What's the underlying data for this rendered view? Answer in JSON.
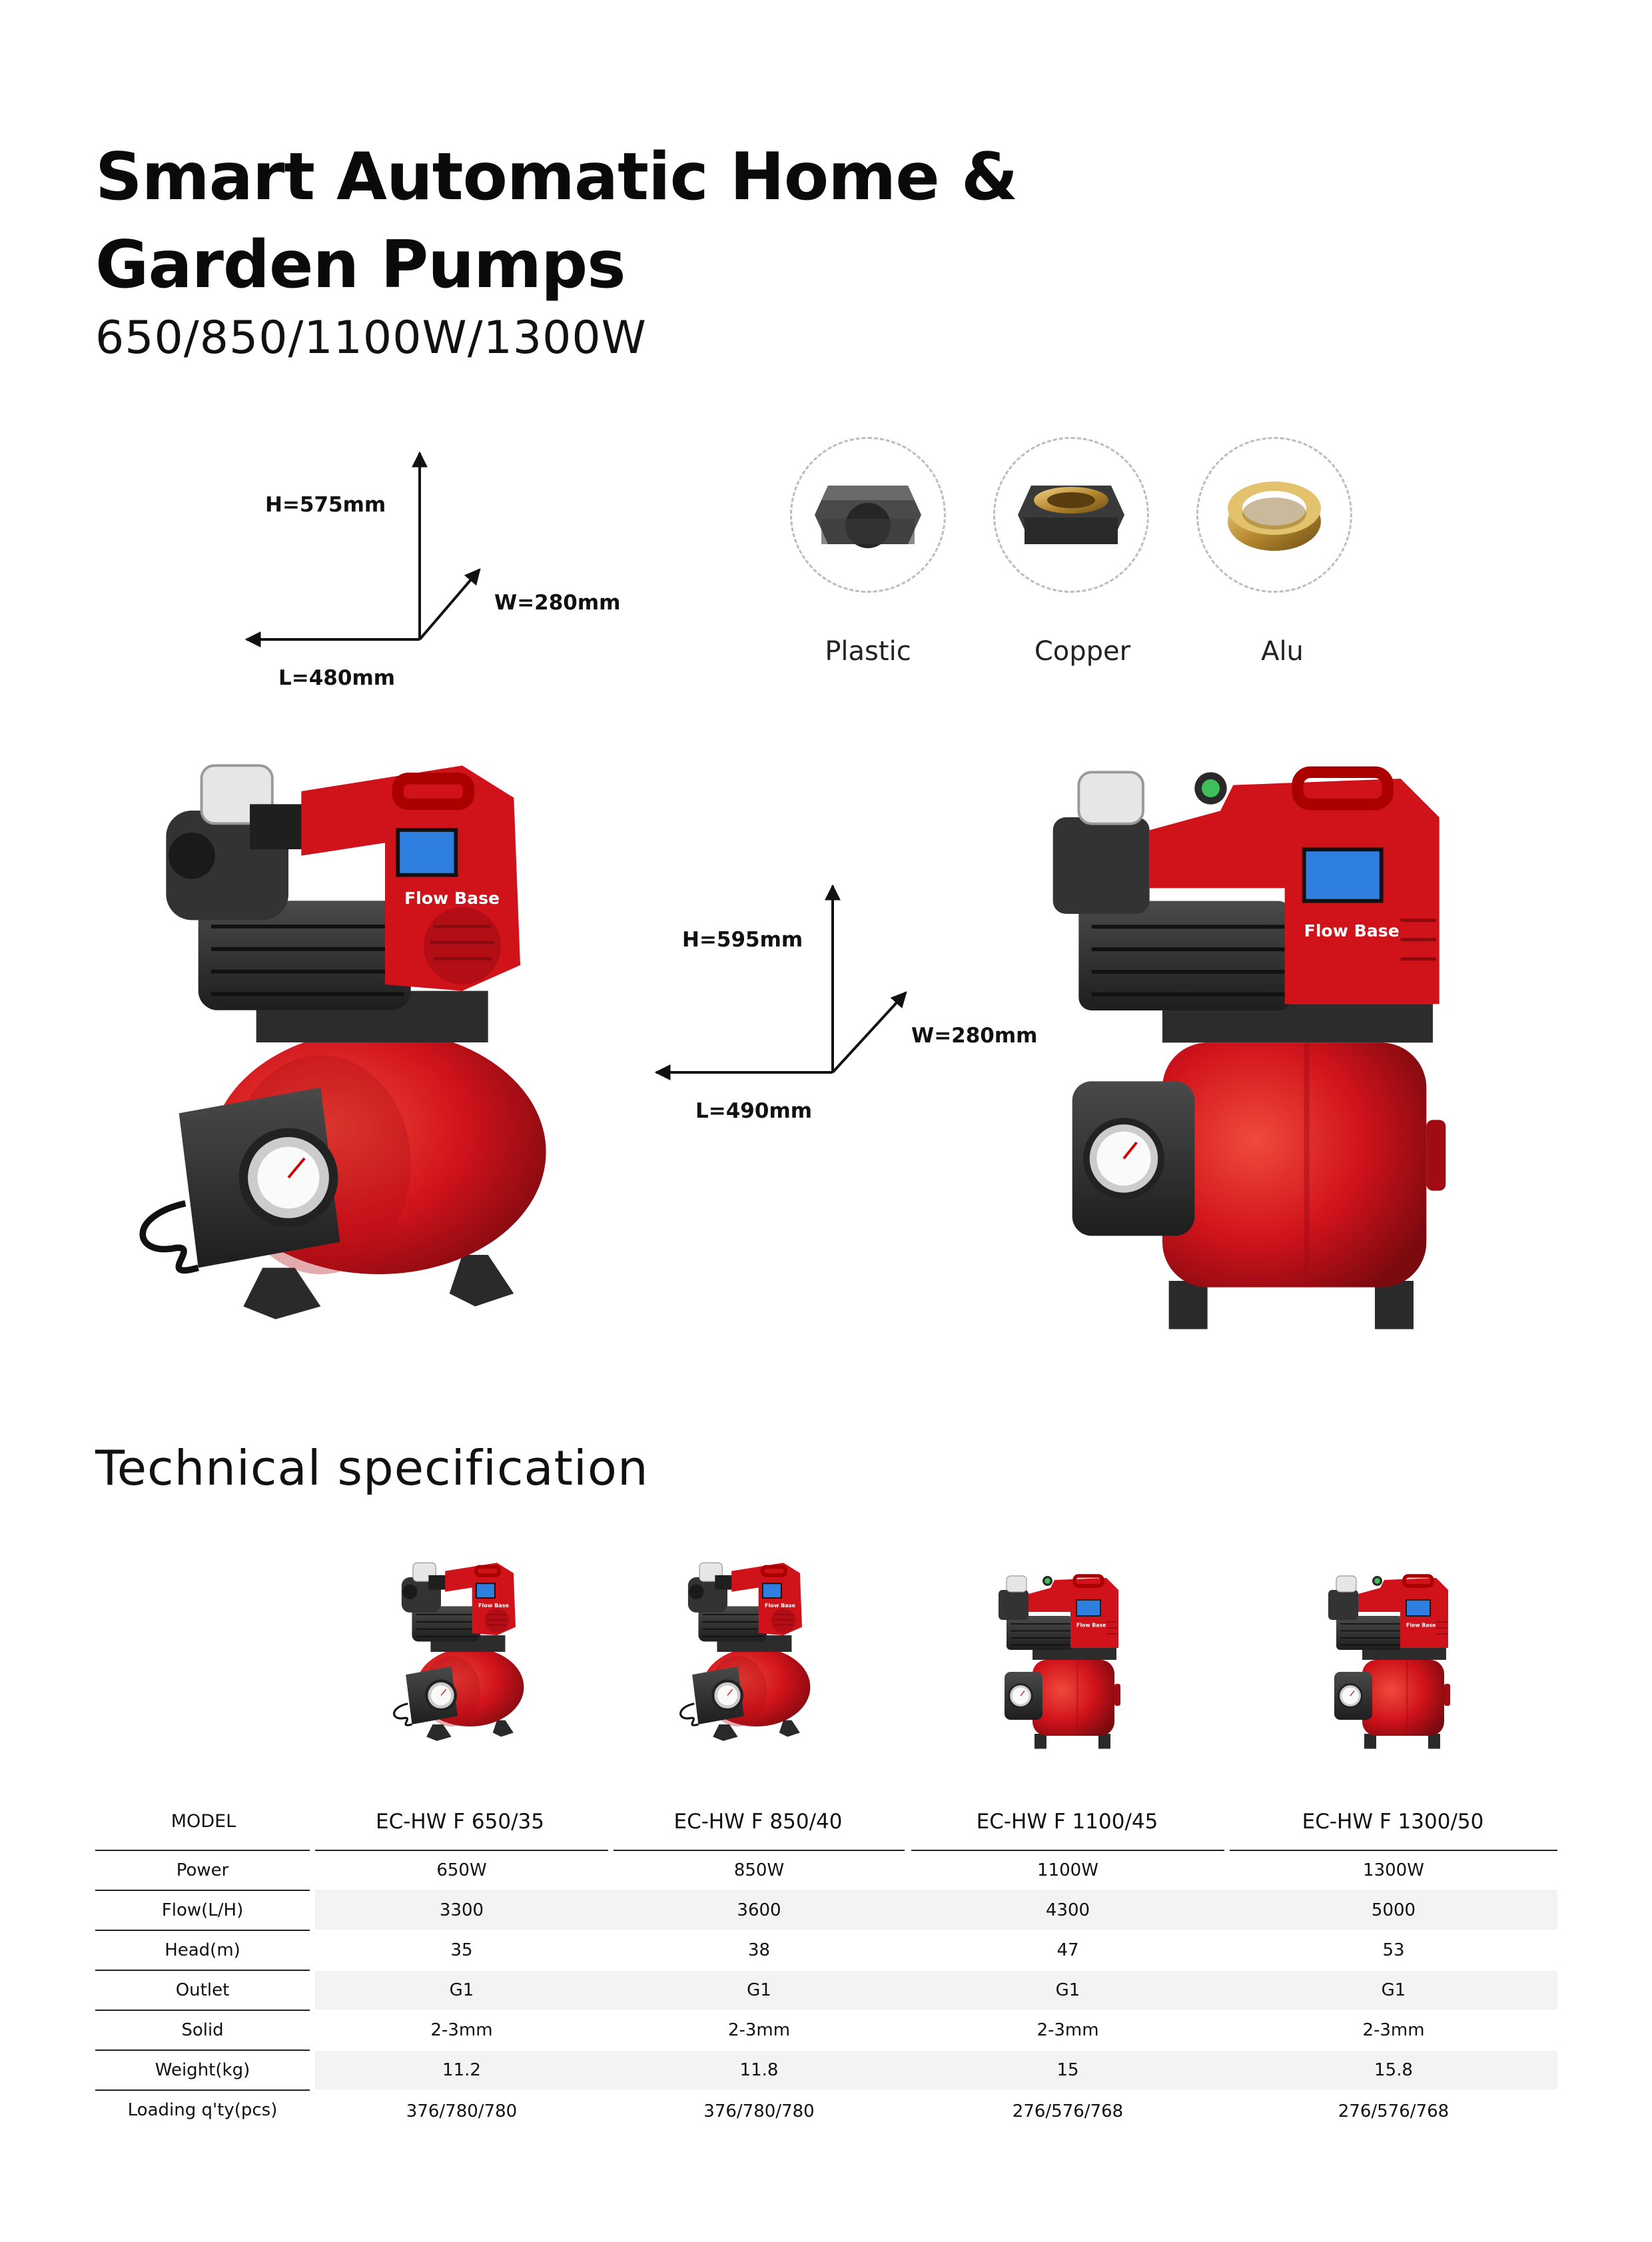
{
  "header": {
    "title_line1": "Smart Automatic Home &",
    "title_line2": "Garden Pumps",
    "subtitle": "650/850/1100W/1300W"
  },
  "dimensions_small": {
    "height": "H=575mm",
    "width": "W=280mm",
    "length": "L=480mm"
  },
  "dimensions_large": {
    "height": "H=595mm",
    "width": "W=280mm",
    "length": "L=490mm"
  },
  "materials": [
    {
      "label": "Plastic",
      "icon": "plastic-fitting-icon"
    },
    {
      "label": "Copper",
      "icon": "copper-fitting-icon"
    },
    {
      "label": "Alu",
      "icon": "alu-ring-icon"
    }
  ],
  "brand": "Flow Base",
  "colors": {
    "pump_red": "#d0121b",
    "pump_dark": "#2e2e2e",
    "row_alt": "#f3f3f3"
  },
  "spec": {
    "title": "Technical specification",
    "model_header": "MODEL",
    "models": [
      "EC-HW F 650/35",
      "EC-HW F 850/40",
      "EC-HW F 1100/45",
      "EC-HW F 1300/50"
    ],
    "rows": [
      {
        "label": "Power",
        "values": [
          "650W",
          "850W",
          "1100W",
          "1300W"
        ]
      },
      {
        "label": "Flow(L/H)",
        "values": [
          "3300",
          "3600",
          "4300",
          "5000"
        ]
      },
      {
        "label": "Head(m)",
        "values": [
          "35",
          "38",
          "47",
          "53"
        ]
      },
      {
        "label": "Outlet",
        "values": [
          "G1",
          "G1",
          "G1",
          "G1"
        ]
      },
      {
        "label": "Solid",
        "values": [
          "2-3mm",
          "2-3mm",
          "2-3mm",
          "2-3mm"
        ]
      },
      {
        "label": "Weight(kg)",
        "values": [
          "11.2",
          "11.8",
          "15",
          "15.8"
        ]
      },
      {
        "label": "Loading q'ty(pcs)",
        "values": [
          "376/780/780",
          "376/780/780",
          "276/576/768",
          "276/576/768"
        ]
      }
    ]
  }
}
